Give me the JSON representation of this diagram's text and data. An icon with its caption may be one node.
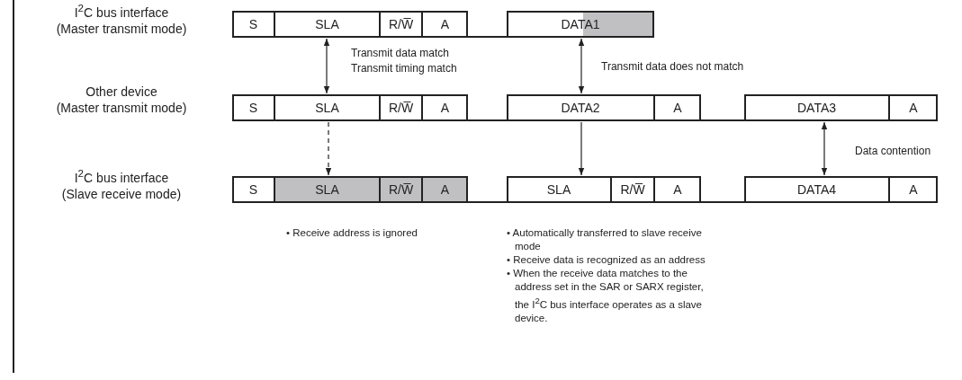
{
  "diagram": {
    "nodes": [
      {
        "text": [
          "S"
        ]
      },
      {
        "text": [
          "SLA"
        ]
      },
      {
        "text": [
          "R/W̅"
        ]
      },
      {
        "text": [
          "A"
        ]
      },
      {
        "text": [
          "DATA1"
        ]
      },
      {
        "text": [
          "S"
        ]
      },
      {
        "text": [
          "SLA"
        ]
      },
      {
        "text": [
          "R/W̅"
        ]
      },
      {
        "text": [
          "A"
        ]
      },
      {
        "text": [
          "DATA2"
        ]
      },
      {
        "text": [
          "A"
        ]
      },
      {
        "text": [
          "DATA3"
        ]
      },
      {
        "text": [
          "A"
        ]
      },
      {
        "text": [
          "S"
        ]
      },
      {
        "text": [
          "SLA"
        ]
      },
      {
        "text": [
          "R/W̅"
        ]
      },
      {
        "text": [
          "A"
        ]
      },
      {
        "text": [
          "SLA"
        ]
      },
      {
        "text": [
          "R/W̅"
        ]
      },
      {
        "text": [
          "A"
        ]
      },
      {
        "text": [
          "DATA4"
        ]
      },
      {
        "text": [
          "A"
        ]
      }
    ],
    "edges": [
      {
        "from": 1,
        "to": 6,
        "arrow": "both",
        "label": "Transmit data match Transmit timing match"
      },
      {
        "from": 4,
        "to": 9,
        "arrow": "both",
        "label": "Transmit data does not match"
      },
      {
        "from": 6,
        "to": 14,
        "arrow": "to",
        "style": "dashed"
      },
      {
        "from": 9,
        "to": 17,
        "arrow": "to"
      },
      {
        "from": 11,
        "to": 20,
        "arrow": "both",
        "label": "Data contention"
      },
      {
        "from": 3,
        "to": 4,
        "arrow": "none"
      },
      {
        "from": 8,
        "to": 9,
        "arrow": "none"
      },
      {
        "from": 10,
        "to": 11,
        "arrow": "none"
      },
      {
        "from": 16,
        "to": 17,
        "arrow": "none"
      },
      {
        "from": 19,
        "to": 20,
        "arrow": "none"
      }
    ],
    "labels": [
      "I$^{2}$C bus interface (Master transmit mode)",
      "Other device (Master transmit mode)",
      "I$^{2}$C bus interface (Slave receive mode)",
      "• Receive address is ignored",
      "• Automatically transferred to slave receive mode",
      "• Receive data is recognized as an address",
      "• When the receive data matches to the address set in the SAR or SARX register, the I$^{2}$C bus interface operates as a slave device."
    ]
  }
}
